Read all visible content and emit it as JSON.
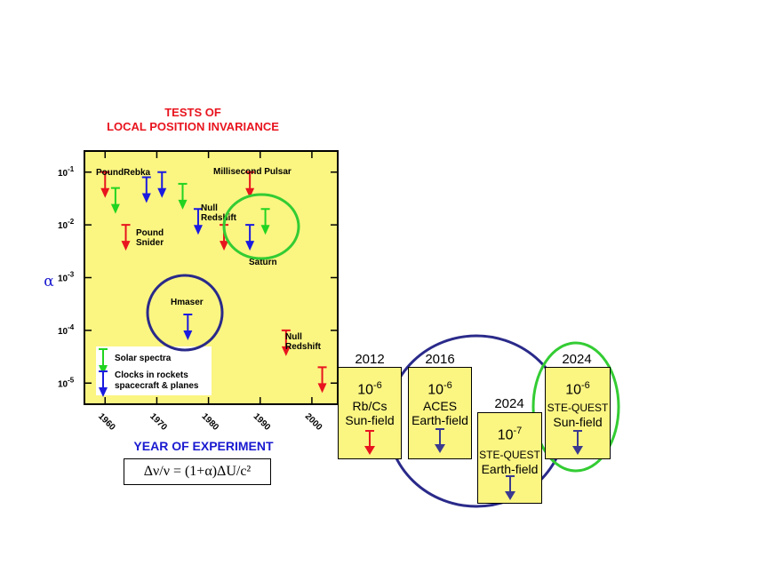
{
  "chart_data": {
    "type": "scatter",
    "title_lines": [
      "TESTS OF",
      "LOCAL POSITION INVARIANCE"
    ],
    "xlabel": "YEAR OF EXPERIMENT",
    "ylabel": "α",
    "x_ticks": [
      "1960",
      "1970",
      "1980",
      "1990",
      "2000"
    ],
    "y_ticks": [
      "10-1",
      "10-2",
      "10-3",
      "10-4",
      "10-5"
    ],
    "xlim": [
      1956,
      2005
    ],
    "ylog_range": [
      -5.4,
      -0.6
    ],
    "series": [
      {
        "name": "Solar spectra",
        "color": "#21d421",
        "points": [
          {
            "x": 1962,
            "y": 0.05
          },
          {
            "x": 1975,
            "y": 0.06
          },
          {
            "x": 1991,
            "y": 0.02
          }
        ]
      },
      {
        "name": "Clocks in rockets spacecraft & planes",
        "color": "#1a1ae0",
        "points": [
          {
            "x": 1968,
            "y": 0.08
          },
          {
            "x": 1971,
            "y": 0.1
          },
          {
            "x": 1978,
            "y": 0.02
          },
          {
            "x": 1976,
            "y": 0.0002
          },
          {
            "x": 1988,
            "y": 0.01
          }
        ]
      },
      {
        "color": "#e8141e",
        "points": [
          {
            "x": 1960,
            "y": 0.1
          },
          {
            "x": 1964,
            "y": 0.01
          },
          {
            "x": 1983,
            "y": 0.01
          },
          {
            "x": 1988,
            "y": 0.1
          },
          {
            "x": 1995,
            "y": 0.0001
          },
          {
            "x": 2002,
            "y": 2e-05
          }
        ]
      }
    ],
    "annotations": [
      "PoundRebka",
      "Pound",
      "Snider",
      "Null",
      "Redshift",
      "Millisecond Pulsar",
      "Saturn",
      "Hmaser",
      "Null",
      "Redshift"
    ],
    "legend": [
      "Solar spectra",
      "Clocks in rockets",
      "spacecraft & planes"
    ]
  },
  "formula": "Δν/ν = (1+α)ΔU/c²",
  "projections": [
    {
      "year": "2012",
      "exponent": "-6",
      "lines": [
        "Rb/Cs",
        "Sun-field"
      ],
      "arrow_color": "#e8141e"
    },
    {
      "year": "2016",
      "exponent": "-6",
      "lines": [
        "ACES",
        "Earth-field"
      ],
      "arrow_color": "#3a3a90"
    },
    {
      "year": "2024",
      "exponent": "-7",
      "lines": [
        "STE-QUEST",
        "Earth-field"
      ],
      "arrow_color": "#3a3a90"
    },
    {
      "year": "2024",
      "exponent": "-6",
      "lines": [
        "STE-QUEST",
        "Sun-field"
      ],
      "arrow_color": "#3a3a90"
    }
  ],
  "colors": {
    "plot_bg": "#fbf582",
    "circle_blue": "#2a2a8a",
    "circle_green": "#33cc33"
  }
}
